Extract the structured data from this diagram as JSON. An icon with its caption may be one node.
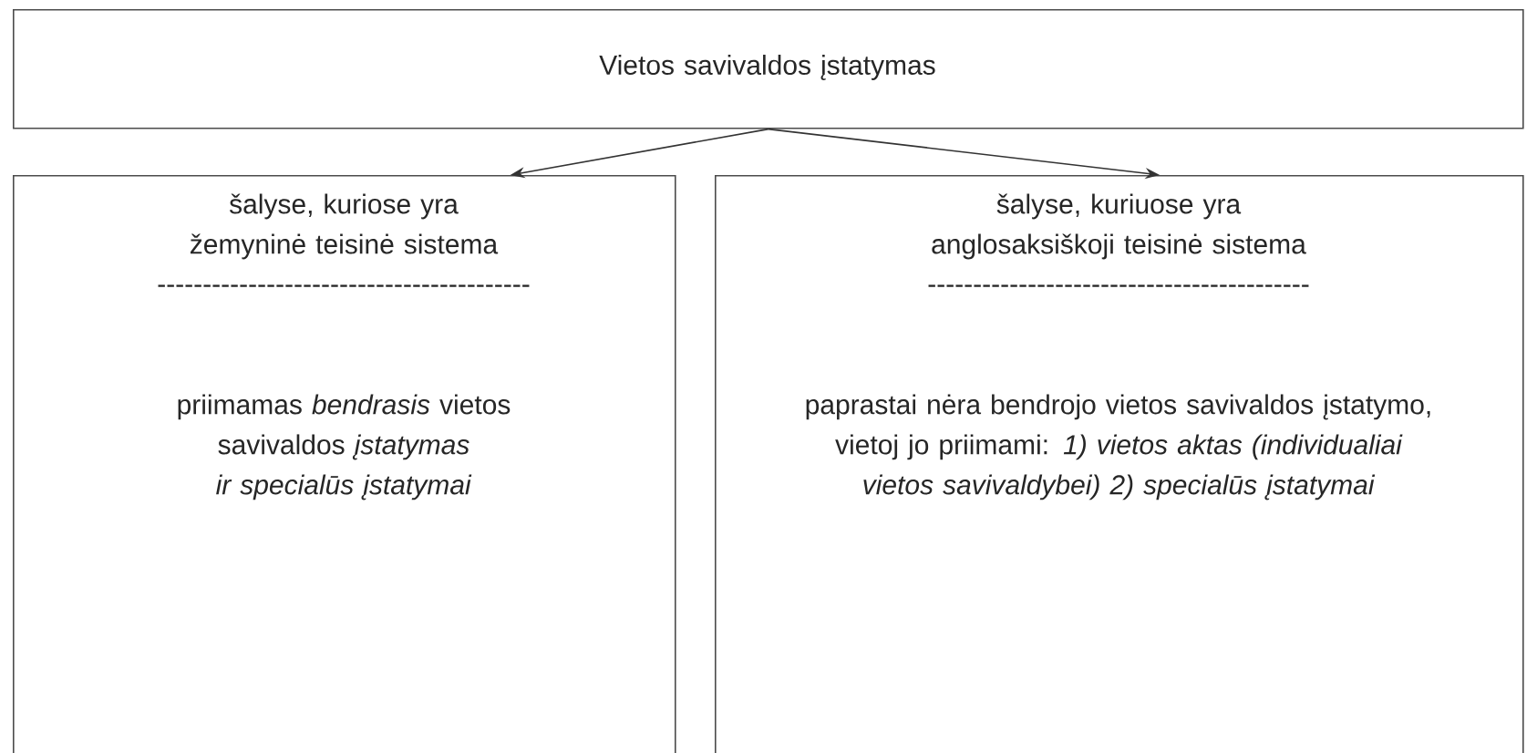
{
  "diagram": {
    "nodes": [
      {
        "text": [
          "Vietos savivaldos įstatymas"
        ]
      },
      {
        "text": [
          "šalyse, kuriose yra žemyninė teisinė sistema",
          "-----------------------------------------",
          "priimamas *bendrasis* vietos savivaldos *įstatymas ir specialūs įstatymai*"
        ]
      },
      {
        "text": [
          "šalyse, kuriuose yra anglosaksiškoji teisinė sistema",
          "------------------------------------------",
          "paprastai nėra bendrojo vietos savivaldos įstatymo, vietoj jo priimami: *1) vietos aktas (individualiai vietos savivaldybei) 2) specialūs įstatymai*"
        ]
      }
    ],
    "edges": [
      {
        "from": 0,
        "to": 1,
        "arrow": "to"
      },
      {
        "from": 0,
        "to": 2,
        "arrow": "to"
      }
    ]
  }
}
